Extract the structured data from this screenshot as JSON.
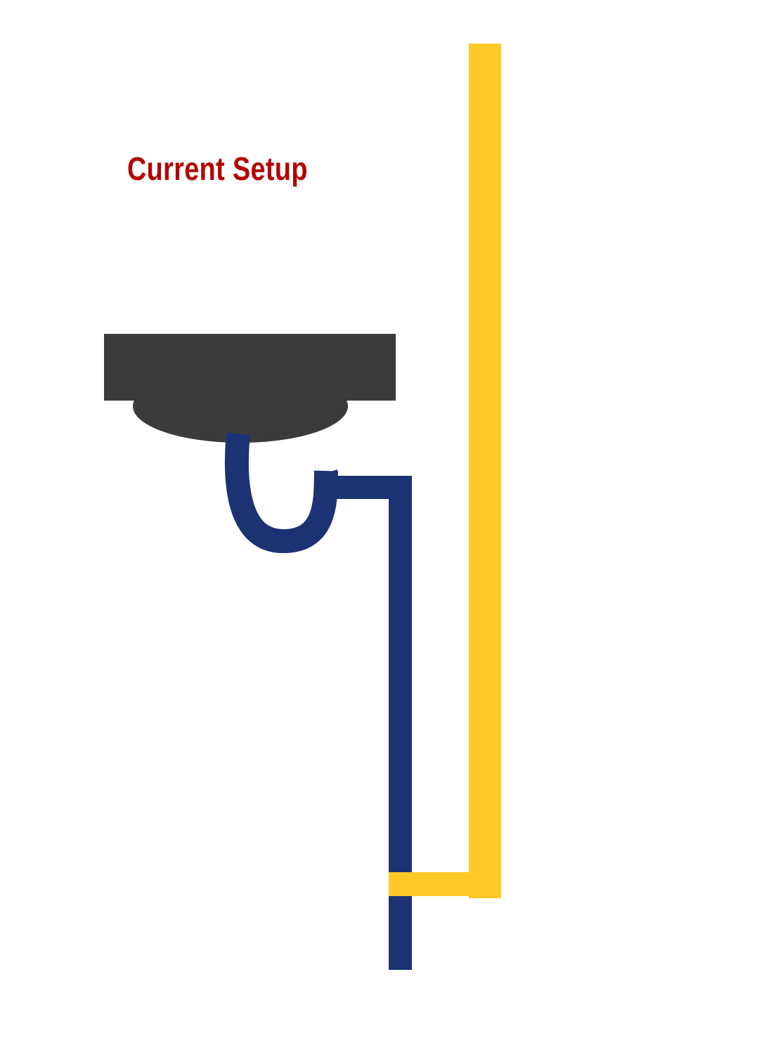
{
  "title": "Current Setup",
  "colors": {
    "background": "#ffffff",
    "title": "#b30000",
    "sink": "#3b3b3b",
    "drain_pipe": "#1b3372",
    "vent_pipe": "#ffc928"
  },
  "parts": [
    "sink",
    "p-trap",
    "drain-pipe",
    "vent-pipe",
    "vent-connector"
  ]
}
